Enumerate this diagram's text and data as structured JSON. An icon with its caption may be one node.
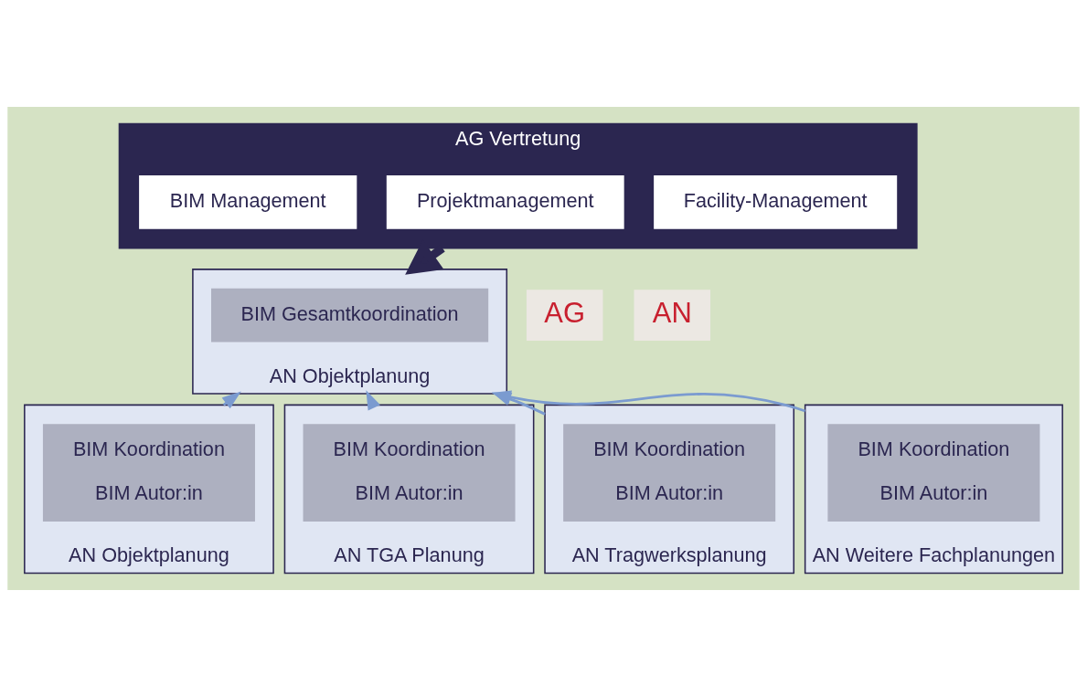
{
  "diagram": {
    "nodes": [
      {
        "text": [
          "AG Vertretung"
        ]
      },
      {
        "text": [
          "Facility-Management"
        ],
        "in": 0
      },
      {
        "text": [
          "Projektmanagement"
        ],
        "in": 0
      },
      {
        "text": [
          "BIM Management"
        ],
        "in": 0
      },
      {
        "text": [
          "AN Objektplanung"
        ]
      },
      {
        "text": [
          "BIM Gesamtkoordination"
        ],
        "in": 4
      },
      {
        "text": [
          "AN Objektplanung"
        ]
      },
      {
        "text": [
          "BIM Koordination",
          "BIM Autor:in"
        ],
        "in": 6
      },
      {
        "text": [
          "AN TGA Planung"
        ]
      },
      {
        "text": [
          "BIM Koordination",
          "BIM Autor:in"
        ],
        "in": 8
      },
      {
        "text": [
          "AN Tragwerksplanung"
        ]
      },
      {
        "text": [
          "BIM Koordination",
          "BIM Autor:in"
        ],
        "in": 10
      },
      {
        "text": [
          "AN Weitere Fachplanungen"
        ]
      },
      {
        "text": [
          "BIM Koordination",
          "BIM Autor:in"
        ],
        "in": 12
      }
    ],
    "edges": [
      {
        "from": 0,
        "to": 4,
        "arrow": "to",
        "style": "thick",
        "color": "#2b2650"
      },
      {
        "from": 6,
        "to": 4,
        "arrow": "to"
      },
      {
        "from": 8,
        "to": 4,
        "arrow": "to"
      },
      {
        "from": 10,
        "to": 4,
        "arrow": "to"
      },
      {
        "from": 12,
        "to": 4,
        "arrow": "to"
      }
    ],
    "labels": [
      "AG",
      "AN"
    ]
  }
}
